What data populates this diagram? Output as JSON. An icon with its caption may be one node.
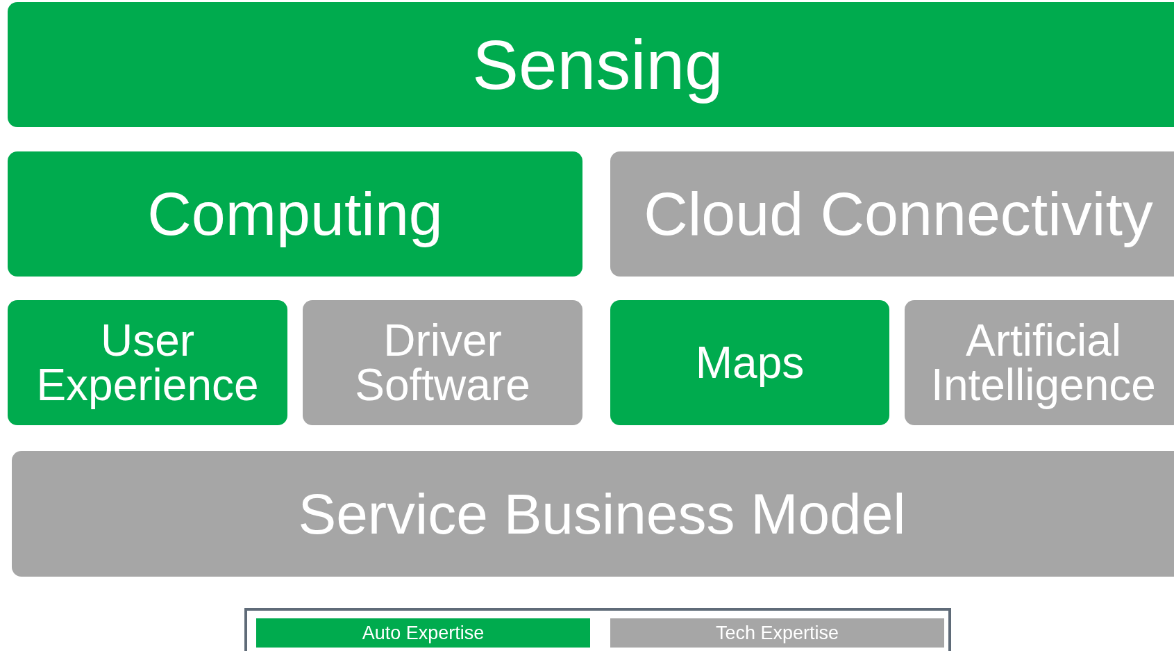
{
  "diagram": {
    "nodes": [
      {
        "text": [
          "Sensing"
        ]
      },
      {
        "text": [
          "Computing"
        ]
      },
      {
        "text": [
          "Cloud Connectivity"
        ]
      },
      {
        "text": [
          "User Experience"
        ]
      },
      {
        "text": [
          "Driver Software"
        ]
      },
      {
        "text": [
          "Maps"
        ]
      },
      {
        "text": [
          "Artificial Intelligence"
        ]
      },
      {
        "text": [
          "Service Business Model"
        ]
      }
    ],
    "legend": [
      {
        "text": "Auto Expertise",
        "color": "#00ab4e"
      },
      {
        "text": "Tech Expertise",
        "color": "#a6a6a6"
      }
    ]
  }
}
